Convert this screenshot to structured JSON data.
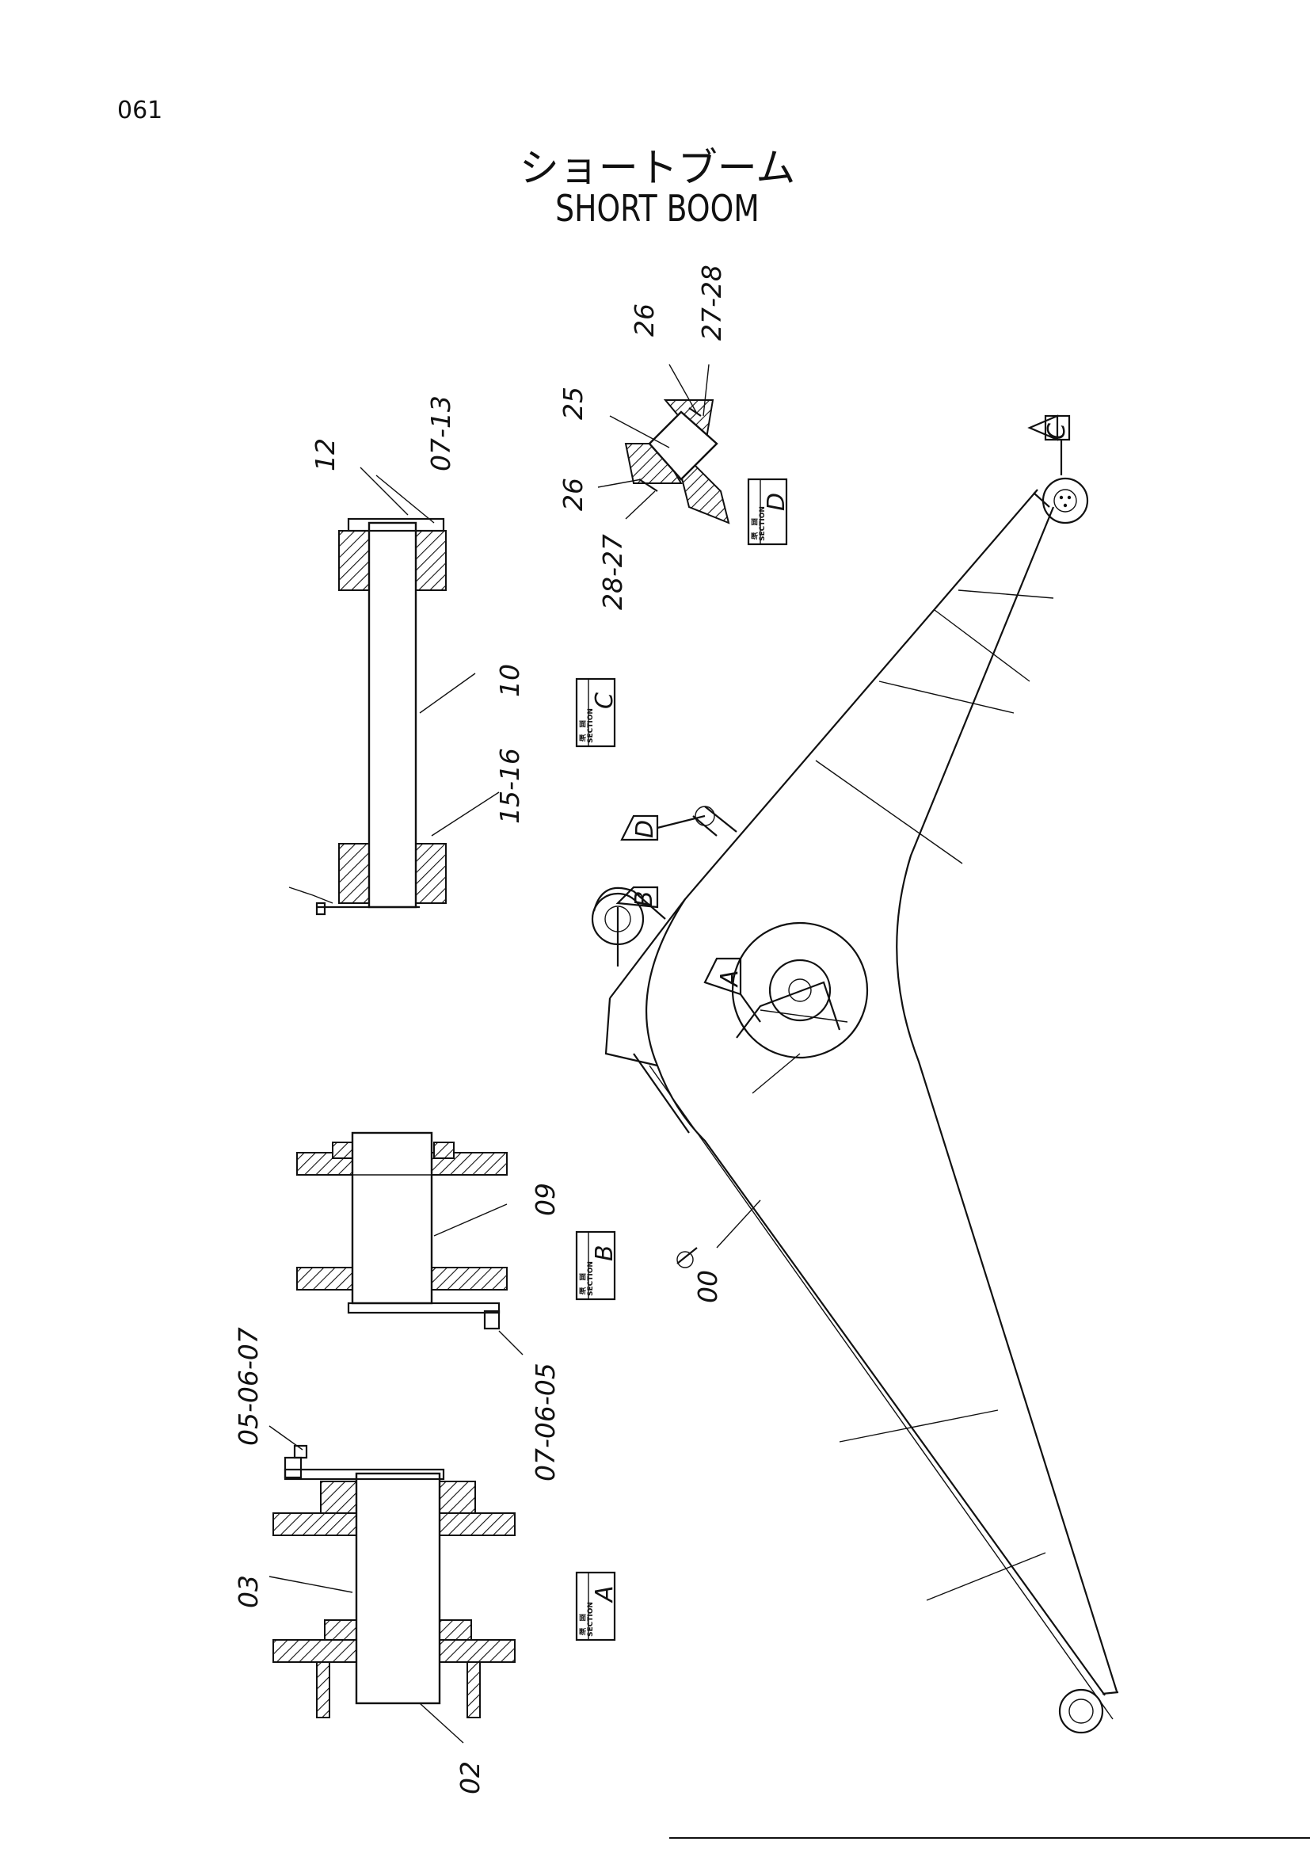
{
  "page_number": "061",
  "title_jp": "ショートブーム",
  "title_en": "SHORT BOOM",
  "section_labels": {
    "jp_1": "断",
    "jp_2": "面",
    "word": "SECTION",
    "a": "A",
    "b": "B",
    "c": "C",
    "d": "D"
  },
  "view_markers": {
    "a": "A",
    "b": "B",
    "c": "C",
    "d": "D"
  },
  "part_labels": {
    "p00": "00",
    "p02": "02",
    "p03": "03",
    "p05_06_07": "05-06-07",
    "p07_06_05": "07-06-05",
    "p09": "09",
    "p10": "10",
    "p12": "12",
    "p07_13": "07-13",
    "p15_16": "15-16",
    "p25": "25",
    "p26a": "26",
    "p26b": "26",
    "p27_28": "27-28",
    "p28_27": "28-27"
  }
}
